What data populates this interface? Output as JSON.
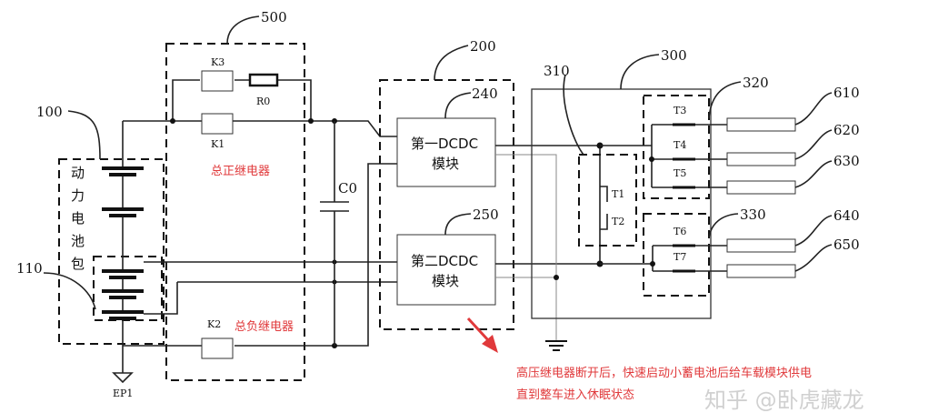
{
  "labels": {
    "n100": "100",
    "n110": "110",
    "n500": "500",
    "n200": "200",
    "n240": "240",
    "n250": "250",
    "n300": "300",
    "n310": "310",
    "n320": "320",
    "n330": "330",
    "n610": "610",
    "n620": "620",
    "n630": "630",
    "n640": "640",
    "n650": "650"
  },
  "components": {
    "k1": "K1",
    "k2": "K2",
    "k3": "K3",
    "r0": "R0",
    "c0": "C0",
    "ep1": "EP1",
    "t1": "T1",
    "t2": "T2",
    "t3": "T3",
    "t4": "T4",
    "t5": "T5",
    "t6": "T6",
    "t7": "T7"
  },
  "battery_pack": [
    "动",
    "力",
    "电",
    "池",
    "包"
  ],
  "relays": {
    "positive": "总正继电器",
    "negative": "总负继电器"
  },
  "dcdc1": {
    "line1": "第一DCDC",
    "line2": "模块"
  },
  "dcdc2": {
    "line1": "第二DCDC",
    "line2": "模块"
  },
  "annotation": {
    "line1": "高压继电器断开后，快速启动小蓄电池后给车载模块供电",
    "line2": "直到整车进入休眠状态"
  },
  "watermark": "知乎 @卧虎藏龙",
  "colors": {
    "annotation": "#e0393b"
  }
}
